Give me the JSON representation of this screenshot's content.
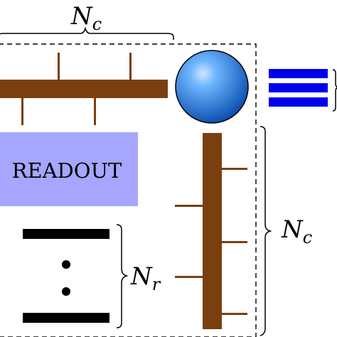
{
  "labels": {
    "top_brace_main": "N",
    "top_brace_sub": "c",
    "right_brace_main": "N",
    "right_brace_sub": "c",
    "rows_brace_main": "N",
    "rows_brace_sub": "r",
    "readout": "READOUT"
  },
  "colors": {
    "bus": "#7a3f0e",
    "sphere_light": "#6fb6ff",
    "sphere_dark": "#0b4fb0",
    "readout_fill": "#a6a6ff",
    "stripes": "#0000ee",
    "bars": "#000000",
    "dashed_border": "#000000"
  },
  "icons": {
    "sphere": "qubit-sphere",
    "stripes": "three-stripes",
    "dots": "vertical-ellipsis"
  }
}
